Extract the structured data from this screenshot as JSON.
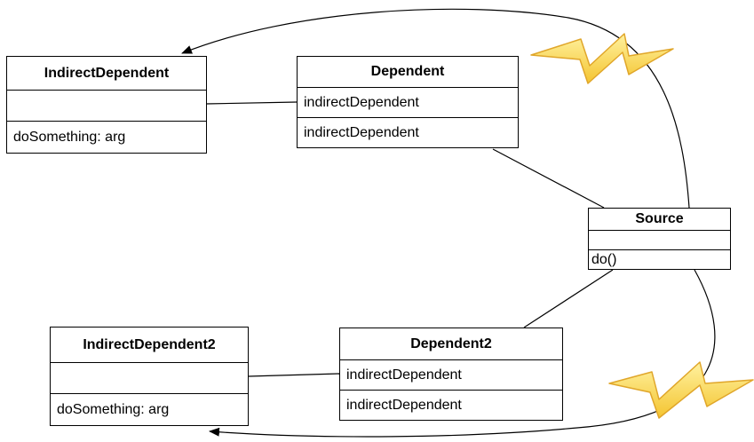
{
  "classes": {
    "indirect_dependent": {
      "name": "IndirectDependent",
      "attribute": "",
      "method": "doSomething: arg"
    },
    "dependent": {
      "name": "Dependent",
      "field1": "indirectDependent",
      "field2": "indirectDependent"
    },
    "source": {
      "name": "Source",
      "attribute": "",
      "method": "do()"
    },
    "indirect_dependent2": {
      "name": "IndirectDependent2",
      "attribute": "",
      "method": "doSomething: arg"
    },
    "dependent2": {
      "name": "Dependent2",
      "field1": "indirectDependent",
      "field2": "indirectDependent"
    }
  },
  "colors": {
    "line": "#000000",
    "lightning_fill": "#f7d84a",
    "lightning_stroke": "#e0a62a"
  }
}
